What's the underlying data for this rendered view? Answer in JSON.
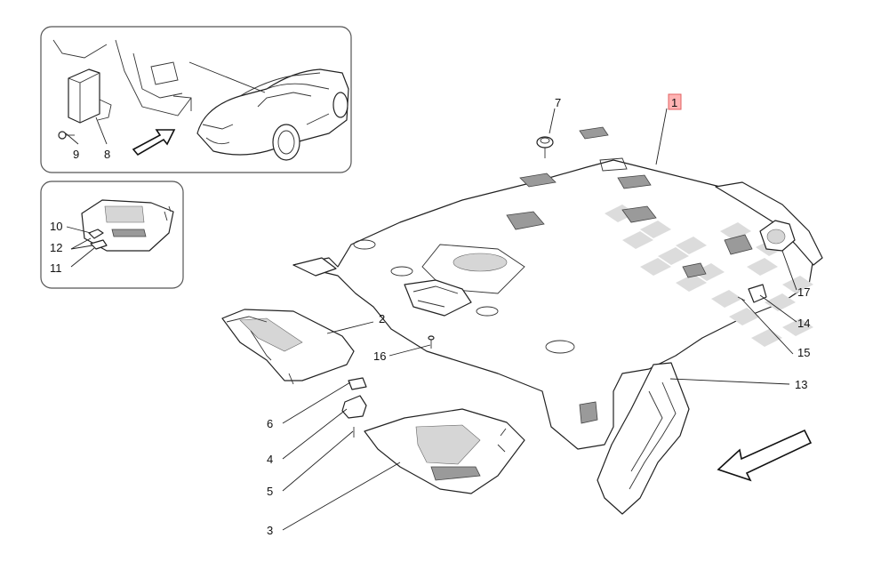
{
  "callouts": [
    {
      "id": "1",
      "label": "1",
      "highlighted": true
    },
    {
      "id": "2",
      "label": "2"
    },
    {
      "id": "3",
      "label": "3"
    },
    {
      "id": "4",
      "label": "4"
    },
    {
      "id": "5",
      "label": "5"
    },
    {
      "id": "6",
      "label": "6"
    },
    {
      "id": "7",
      "label": "7"
    },
    {
      "id": "8",
      "label": "8"
    },
    {
      "id": "9",
      "label": "9"
    },
    {
      "id": "10",
      "label": "10"
    },
    {
      "id": "11",
      "label": "11"
    },
    {
      "id": "12",
      "label": "12"
    },
    {
      "id": "13",
      "label": "13"
    },
    {
      "id": "14",
      "label": "14"
    },
    {
      "id": "15",
      "label": "15"
    },
    {
      "id": "16",
      "label": "16"
    },
    {
      "id": "17",
      "label": "17"
    }
  ],
  "colors": {
    "highlight": "#ffb3b3",
    "line": "#222222",
    "shade": "#dcdcdc"
  }
}
